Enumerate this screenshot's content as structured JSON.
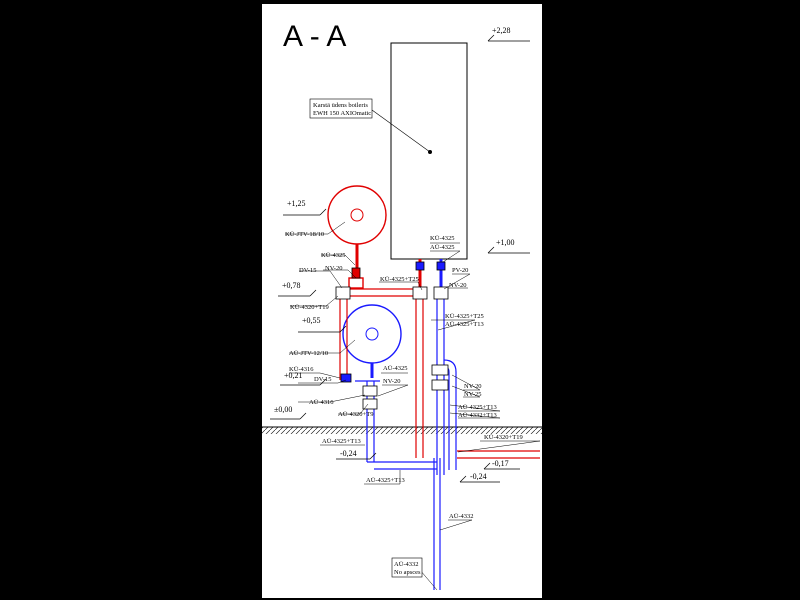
{
  "section_title": "A - A",
  "boiler": {
    "line1": "Karstā ūdens boileris",
    "line2": "EWH 150 AXIOmatic"
  },
  "levels": {
    "top": "+2,28",
    "l125": "+1,25",
    "l100": "+1,00",
    "l078": "+0,78",
    "l055": "+0,55",
    "l021": "+0,21",
    "zero": "±0,00",
    "m024a": "-0,24",
    "m017": "-0,17",
    "m024b": "-0,24"
  },
  "labels": {
    "ku_jtv": "KŪ-JTV-18/10",
    "ku4325_a": "KŪ-4325",
    "nv20_a": "NV-20",
    "dv15_a": "DV-15",
    "ku4325_t25": "KŪ-4325+T25",
    "ku4320_t19_a": "KŪ-4320+T19",
    "ku4325_top": "KŪ-4325",
    "au4325_top": "AŪ-4325",
    "pv20": "PV-20",
    "nv20_b": "NV-20",
    "ku4325_t25_b": "KŪ-4325+T25",
    "au4325_t13_a": "AŪ-4325+T13",
    "au_jtv": "AŪ-JTV-12/10",
    "ku4316": "KŪ-4316",
    "dv15_b": "DV-15",
    "au4316": "AŪ-4316",
    "au4320_t9": "AŪ-4320+T9",
    "au4325_mid": "AŪ-4325",
    "nv20_c": "NV-20",
    "nv20_d": "NV-20",
    "nv25": "NV-25",
    "au4325_t13_b": "AŪ-4325+T13",
    "au4332_t13": "AŪ-4332+T13",
    "au4325_t13_c": "AŪ-4325+T13",
    "au4325_t13_d": "AŪ-4325+T13",
    "ku4320_t19_b": "KŪ-4320+T19",
    "au4332": "AŪ-4332",
    "au4332_note": "AŪ-4332",
    "no_apsces": "No apsces"
  },
  "colors": {
    "hot": "#e00000",
    "cold": "#1a1aff",
    "ink": "#000000"
  }
}
